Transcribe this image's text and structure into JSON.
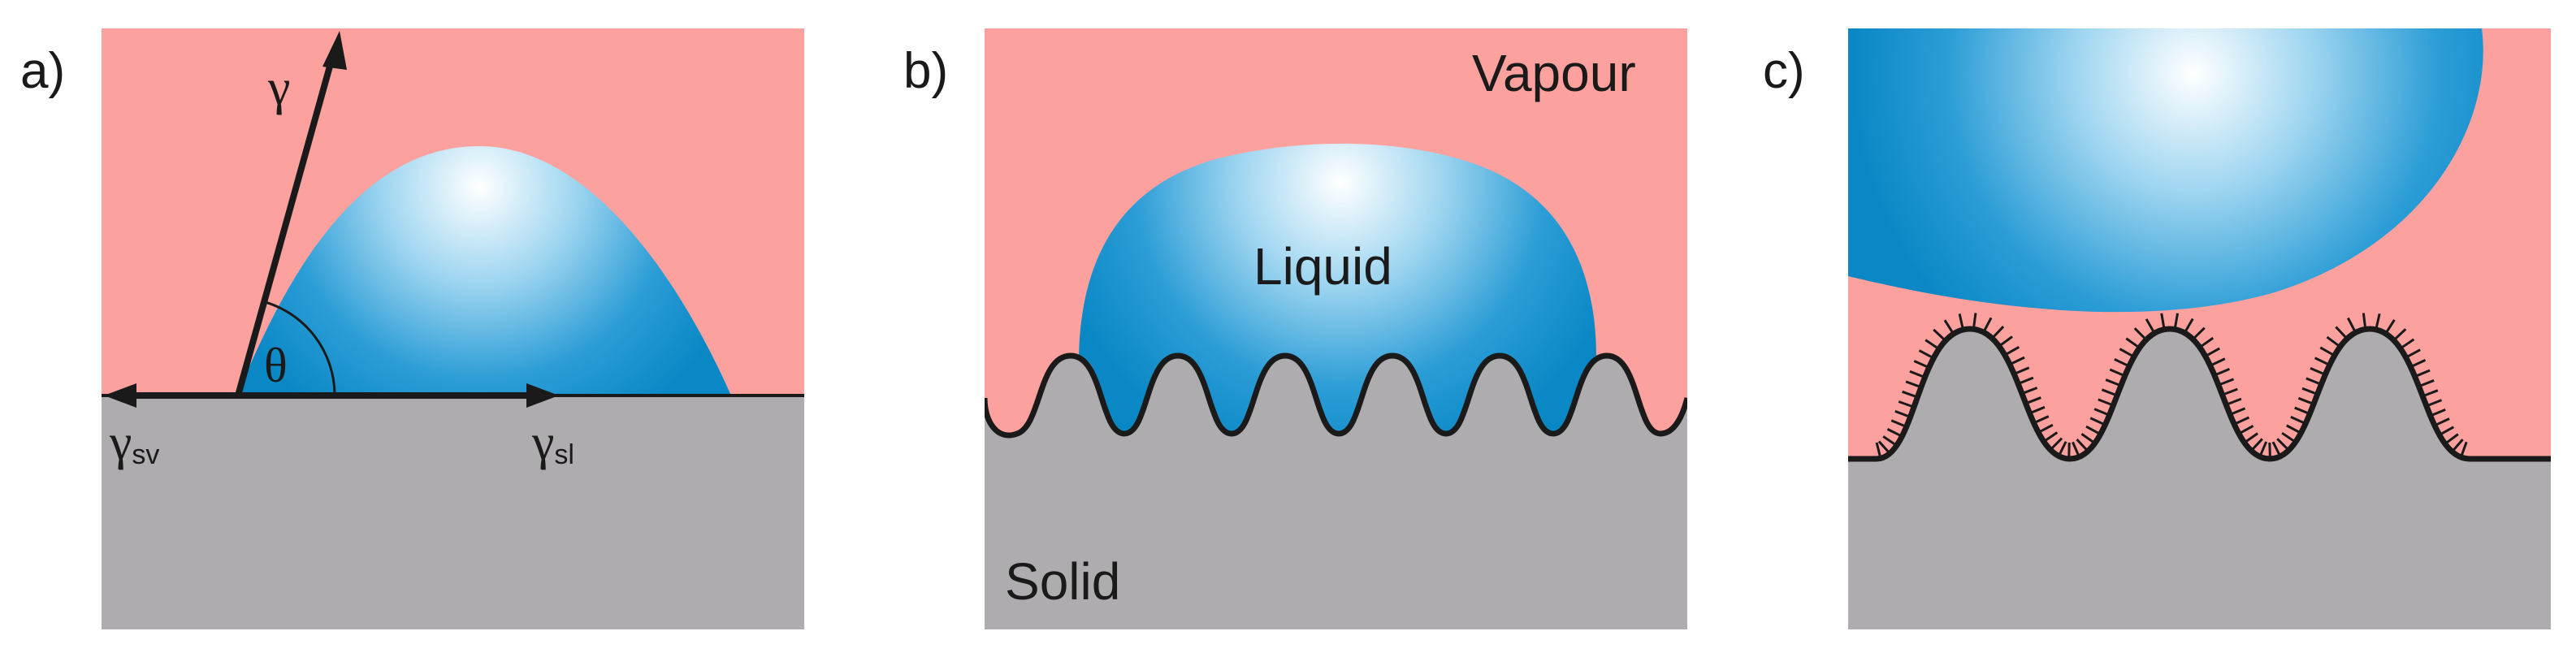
{
  "panels": {
    "a": {
      "label": "a)",
      "gamma": "γ",
      "theta": "θ",
      "gamma_sv_symbol": "γ",
      "gamma_sv_sub": "sv",
      "gamma_sl_symbol": "γ",
      "gamma_sl_sub": "sl"
    },
    "b": {
      "label": "b)",
      "vapour": "Vapour",
      "liquid": "Liquid",
      "solid": "Solid"
    },
    "c": {
      "label": "c)"
    }
  },
  "colors": {
    "vapour": "#FCA19E",
    "solid": "#AEACAE",
    "liquid_dark": "#0A88C6",
    "liquid_light": "#FFFFFF",
    "line": "#1A1A1A",
    "text": "#1A1A1A"
  }
}
